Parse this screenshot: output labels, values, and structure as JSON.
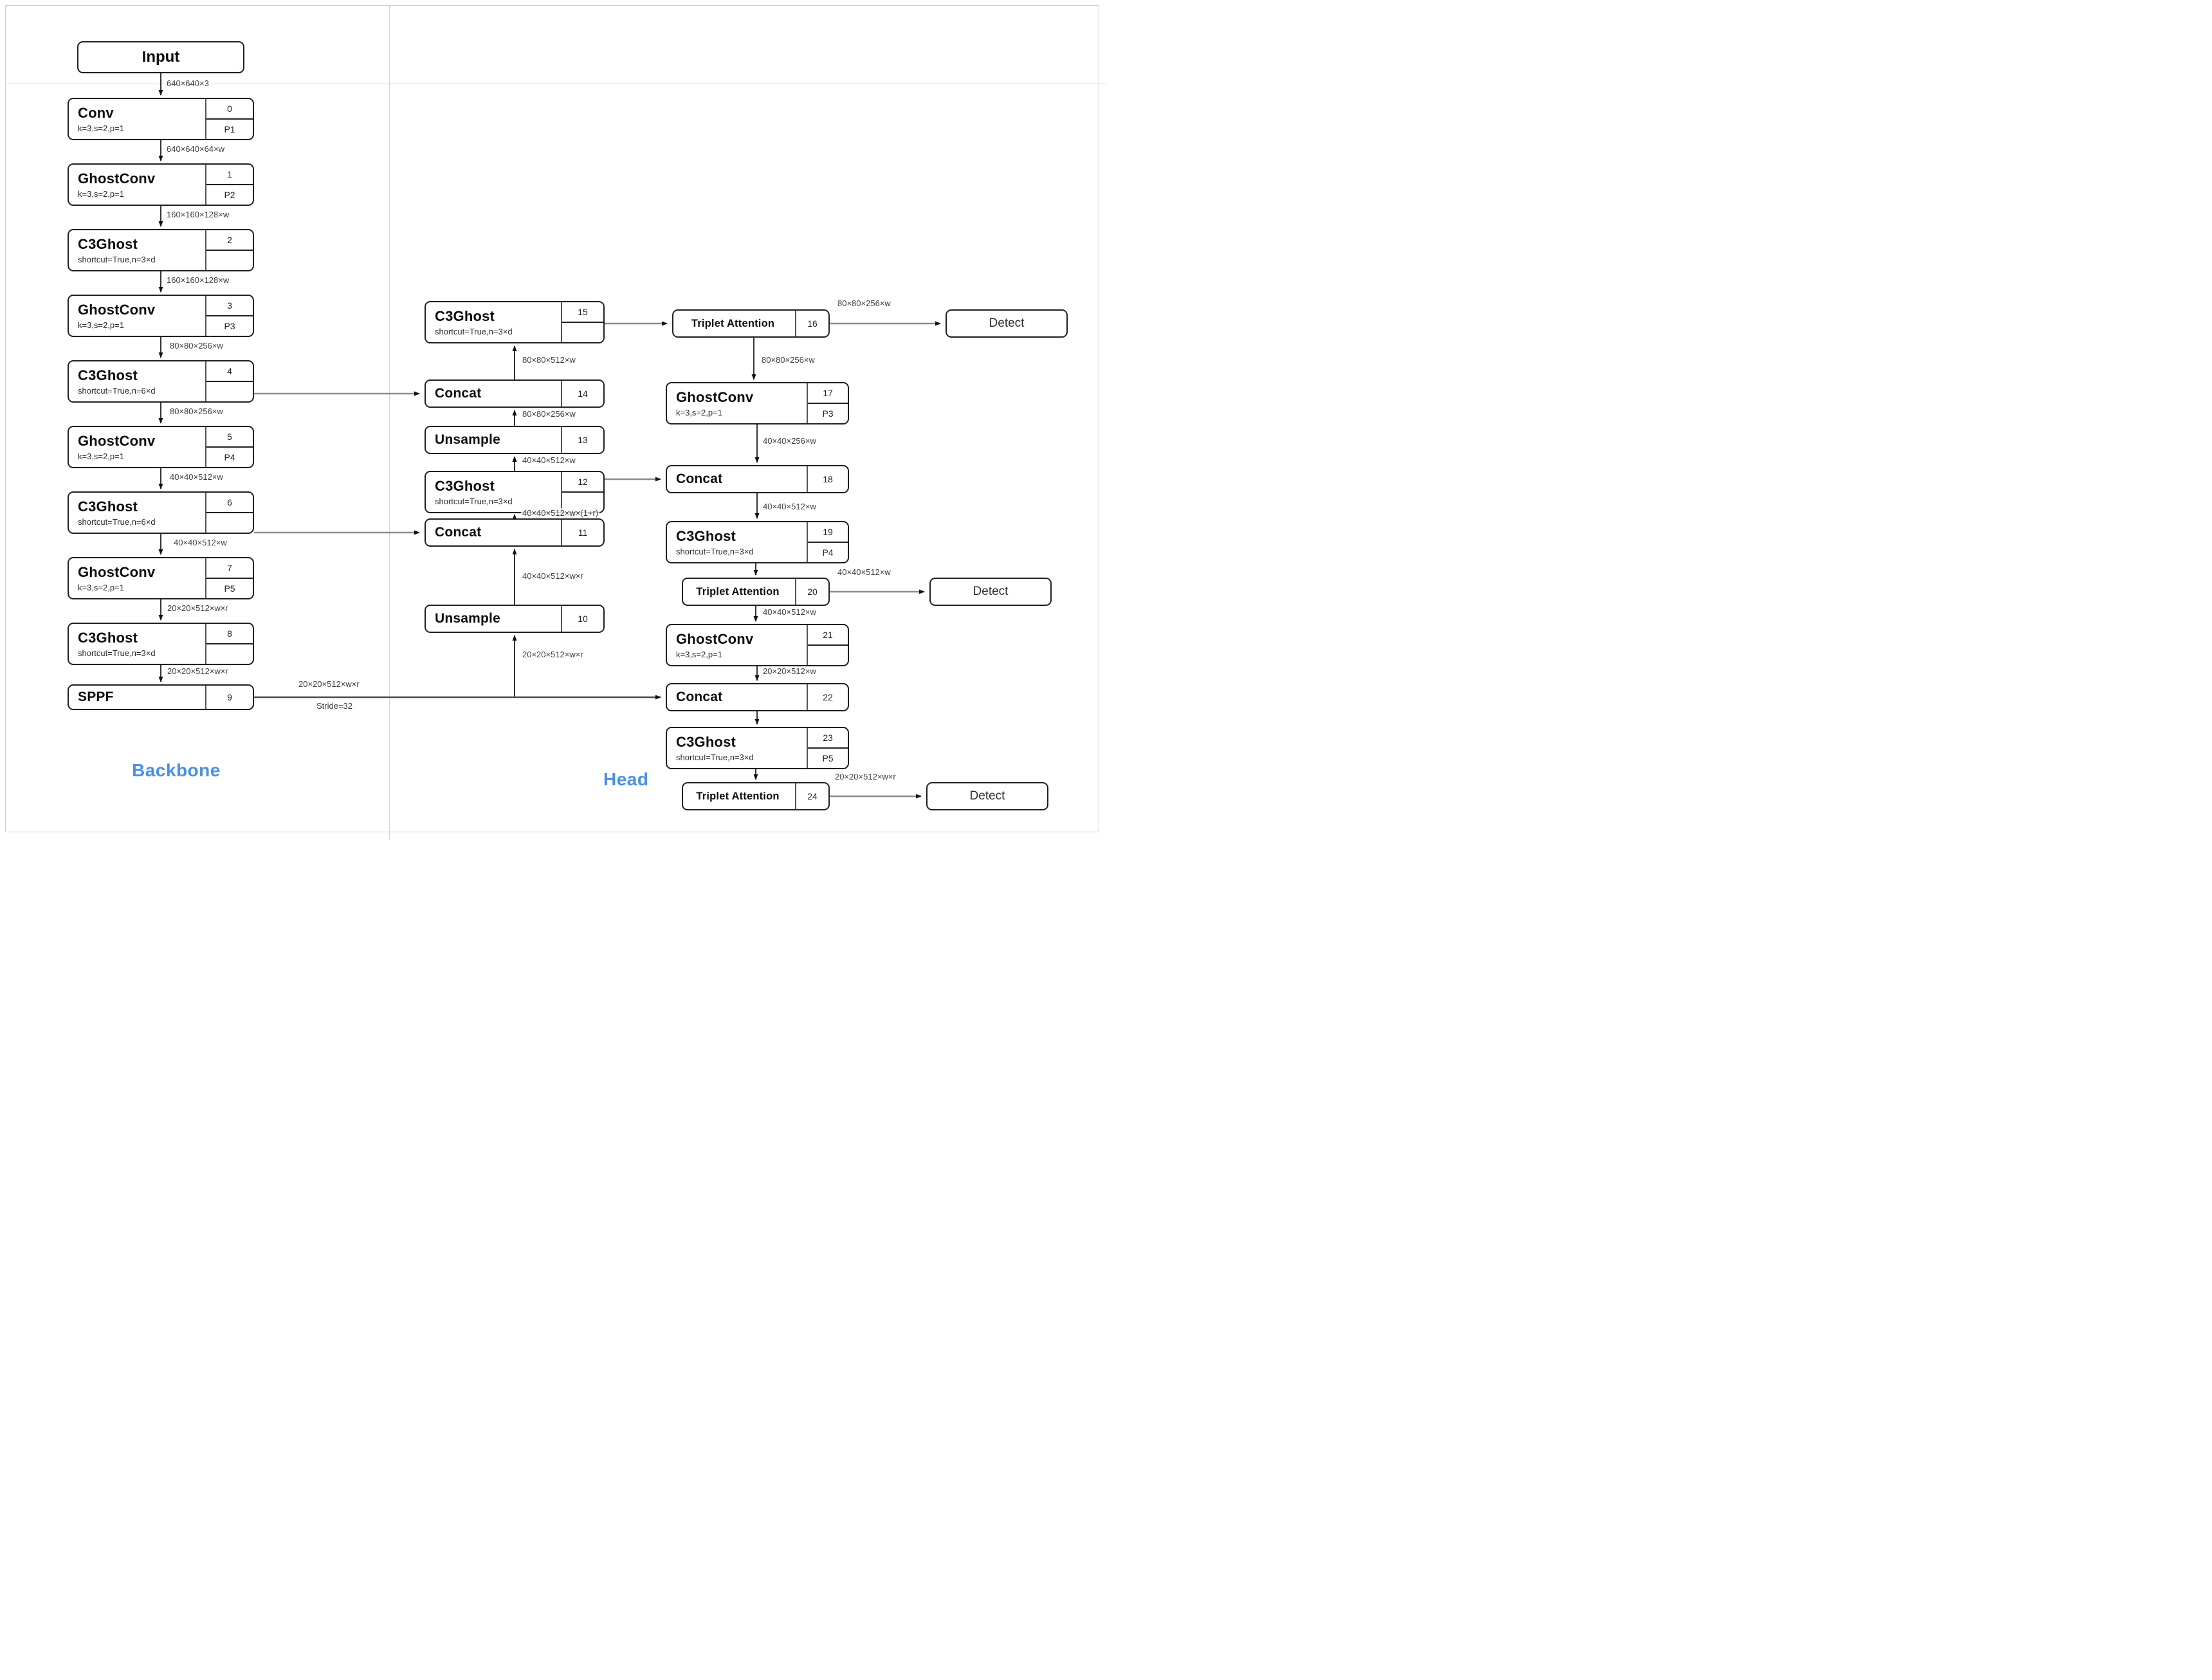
{
  "meta": {
    "backbone_label": "Backbone",
    "head_label": "Head",
    "accent_color": "#4a90e2"
  },
  "nodes": {
    "input": {
      "title": "Input"
    },
    "conv0": {
      "title": "Conv",
      "sub": "k=3,s=2,p=1",
      "idx": "0",
      "stage": "P1"
    },
    "gc1": {
      "title": "GhostConv",
      "sub": "k=3,s=2,p=1",
      "idx": "1",
      "stage": "P2"
    },
    "c3g2": {
      "title": "C3Ghost",
      "sub": "shortcut=True,n=3×d",
      "idx": "2",
      "stage": ""
    },
    "gc3": {
      "title": "GhostConv",
      "sub": "k=3,s=2,p=1",
      "idx": "3",
      "stage": "P3"
    },
    "c3g4": {
      "title": "C3Ghost",
      "sub": "shortcut=True,n=6×d",
      "idx": "4",
      "stage": ""
    },
    "gc5": {
      "title": "GhostConv",
      "sub": "k=3,s=2,p=1",
      "idx": "5",
      "stage": "P4"
    },
    "c3g6": {
      "title": "C3Ghost",
      "sub": "shortcut=True,n=6×d",
      "idx": "6",
      "stage": ""
    },
    "gc7": {
      "title": "GhostConv",
      "sub": "k=3,s=2,p=1",
      "idx": "7",
      "stage": "P5"
    },
    "c3g8": {
      "title": "C3Ghost",
      "sub": "shortcut=True,n=3×d",
      "idx": "8",
      "stage": ""
    },
    "sppf9": {
      "title": "SPPF",
      "idx": "9"
    },
    "uns10": {
      "title": "Unsample",
      "idx": "10"
    },
    "cat11": {
      "title": "Concat",
      "idx": "11"
    },
    "c3g12": {
      "title": "C3Ghost",
      "sub": "shortcut=True,n=3×d",
      "idx": "12",
      "stage": ""
    },
    "uns13": {
      "title": "Unsample",
      "idx": "13"
    },
    "cat14": {
      "title": "Concat",
      "idx": "14"
    },
    "c3g15": {
      "title": "C3Ghost",
      "sub": "shortcut=True,n=3×d",
      "idx": "15",
      "stage": ""
    },
    "ta16": {
      "title": "Triplet Attention",
      "idx": "16"
    },
    "gc17": {
      "title": "GhostConv",
      "sub": "k=3,s=2,p=1",
      "idx": "17",
      "stage": "P3"
    },
    "cat18": {
      "title": "Concat",
      "idx": "18"
    },
    "c3g19": {
      "title": "C3Ghost",
      "sub": "shortcut=True,n=3×d",
      "idx": "19",
      "stage": "P4"
    },
    "ta20": {
      "title": "Triplet Attention",
      "idx": "20"
    },
    "gc21": {
      "title": "GhostConv",
      "sub": "k=3,s=2,p=1",
      "idx": "21",
      "stage": ""
    },
    "cat22": {
      "title": "Concat",
      "idx": "22"
    },
    "c3g23": {
      "title": "C3Ghost",
      "sub": "shortcut=True,n=3×d",
      "idx": "23",
      "stage": "P5"
    },
    "ta24": {
      "title": "Triplet Attention",
      "idx": "24"
    },
    "detect_p3": {
      "title": "Detect"
    },
    "detect_p4": {
      "title": "Detect"
    },
    "detect_p5": {
      "title": "Detect"
    }
  },
  "labels": {
    "in_conv": "640×640×3",
    "conv_gc1": "640×640×64×w",
    "gc1_c3g2": "160×160×128×w",
    "c3g2_gc3": "160×160×128×w",
    "gc3_c3g4": "80×80×256×w",
    "c3g4_gc5": "80×80×256×w",
    "gc5_c3g6": "40×40×512×w",
    "c3g6_gc7": "40×40×512×w",
    "gc7_c3g8": "20×20×512×w×r",
    "c3g8_sppf": "20×20×512×w×r",
    "sppf_line_dim": "20×20×512×w×r",
    "sppf_line_stride": "Stride=32",
    "line_uns10": "20×20×512×w×r",
    "uns10_cat11": "40×40×512×w×r",
    "cat11_c3g12": "40×40×512×w×(1+r)",
    "c3g12_uns13": "40×40×512×w",
    "uns13_cat14": "80×80×256×w",
    "cat14_c3g15": "80×80×512×w",
    "ta16_detect": "80×80×256×w",
    "ta16_gc17": "80×80×256×w",
    "gc17_cat18": "40×40×256×w",
    "cat18_c3g19": "40×40×512×w",
    "ta20_detect": "40×40×512×w",
    "ta20_gc21": "40×40×512×w",
    "gc21_cat22": "20×20×512×w",
    "ta24_detect": "20×20×512×w×r"
  }
}
